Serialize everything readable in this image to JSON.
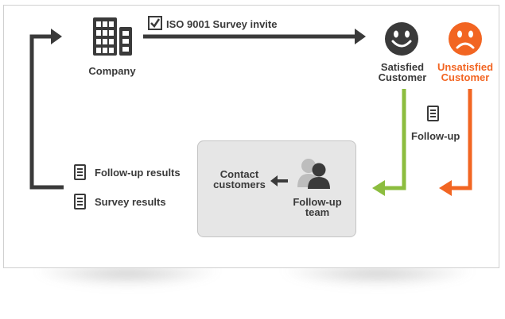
{
  "company": {
    "label": "Company"
  },
  "survey": {
    "label": "ISO 9001 Survey invite"
  },
  "satisfied": {
    "label_line1": "Satisfied",
    "label_line2": "Customer"
  },
  "unsatisfied": {
    "label_line1": "Unsatisfied",
    "label_line2": "Customer"
  },
  "followup": {
    "label": "Follow-up"
  },
  "team": {
    "label_line1": "Follow-up",
    "label_line2": "team"
  },
  "contact": {
    "label_line1": "Contact",
    "label_line2": "customers"
  },
  "results": {
    "followup_results": "Follow-up results",
    "survey_results": "Survey results"
  },
  "colors": {
    "dark": "#3a3a3a",
    "green": "#8cbd3f",
    "orange": "#f26522",
    "box": "#e6e6e6"
  },
  "icons": [
    "building-icon",
    "checkbox-icon",
    "happy-face-icon",
    "sad-face-icon",
    "document-icon",
    "people-icon",
    "arrow-left-icon"
  ]
}
